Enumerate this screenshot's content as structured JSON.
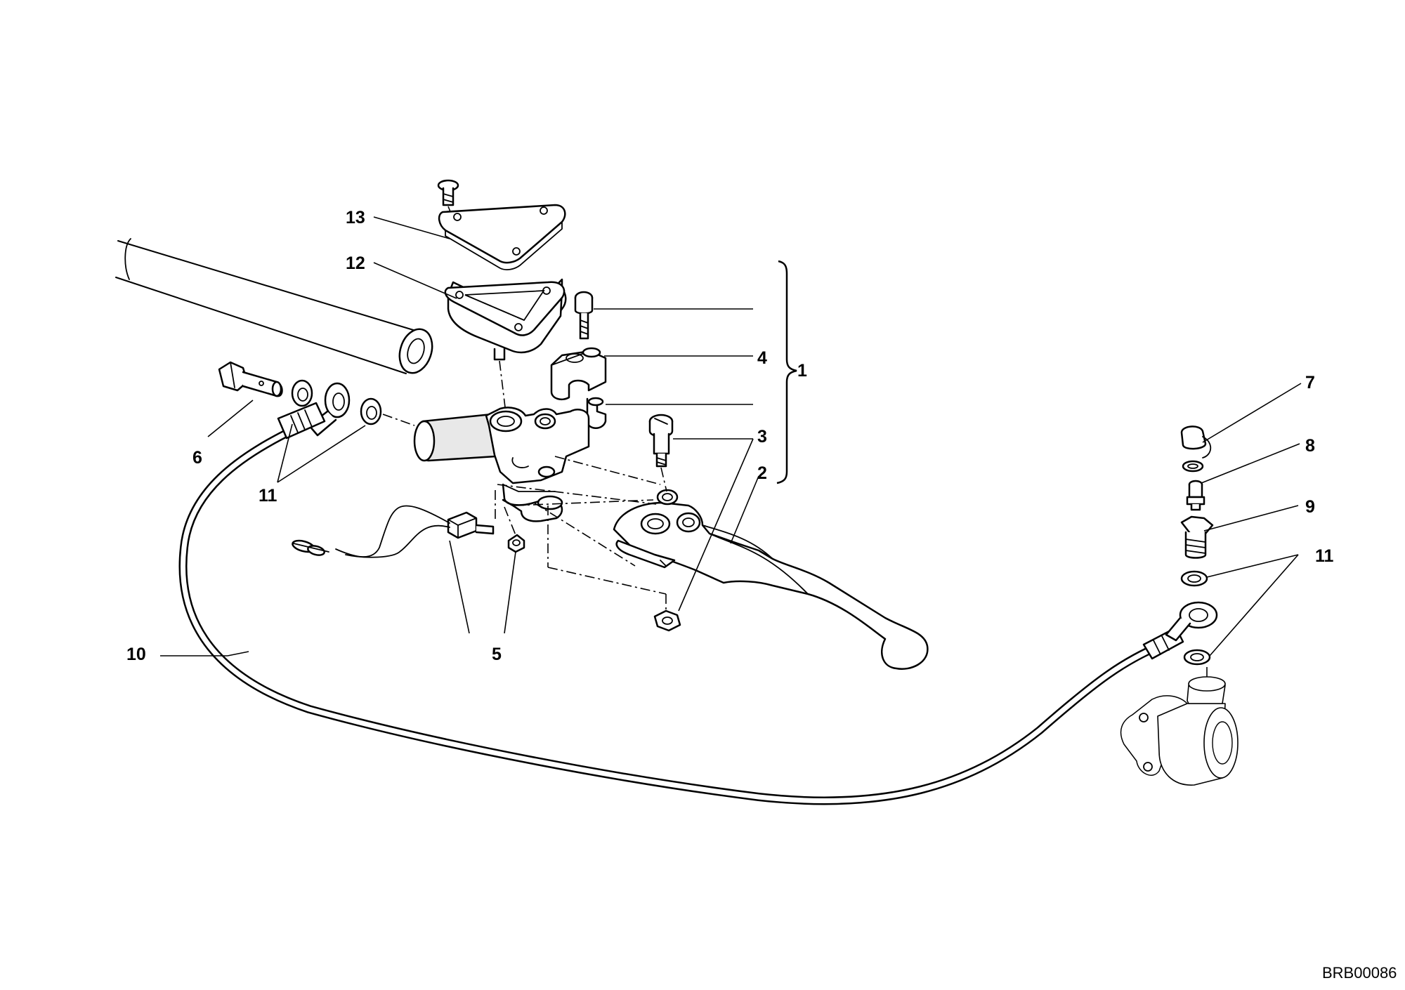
{
  "diagram": {
    "drawing_code": "BRB00086",
    "callouts": [
      "1",
      "2",
      "3",
      "4",
      "5",
      "6",
      "7",
      "8",
      "9",
      "10",
      "11",
      "11",
      "12",
      "13"
    ]
  }
}
